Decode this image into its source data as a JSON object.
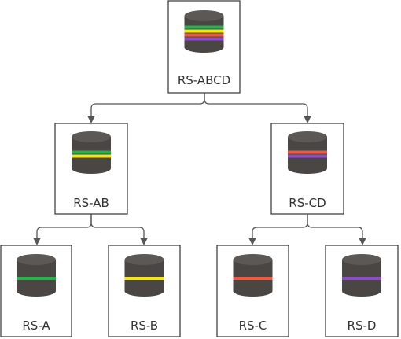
{
  "nodes": {
    "abcd": {
      "label": "RS-ABCD",
      "stripes": [
        "#27b24a",
        "#f5e61a",
        "#f05a40",
        "#8e4dc8"
      ]
    },
    "ab": {
      "label": "RS-AB",
      "stripes": [
        "#27b24a",
        "#f5e61a"
      ]
    },
    "cd": {
      "label": "RS-CD",
      "stripes": [
        "#f05a40",
        "#8e4dc8"
      ]
    },
    "a": {
      "label": "RS-A",
      "stripes": [
        "#27b24a"
      ]
    },
    "b": {
      "label": "RS-B",
      "stripes": [
        "#f5e61a"
      ]
    },
    "c": {
      "label": "RS-C",
      "stripes": [
        "#f05a40"
      ]
    },
    "d": {
      "label": "RS-D",
      "stripes": [
        "#8e4dc8"
      ]
    }
  },
  "icons": {
    "database": "database-cylinder-icon"
  },
  "colors": {
    "cylinder": "#4a4644",
    "cylinder_top": "#5c5856",
    "border": "#333333",
    "connector": "#555555"
  }
}
